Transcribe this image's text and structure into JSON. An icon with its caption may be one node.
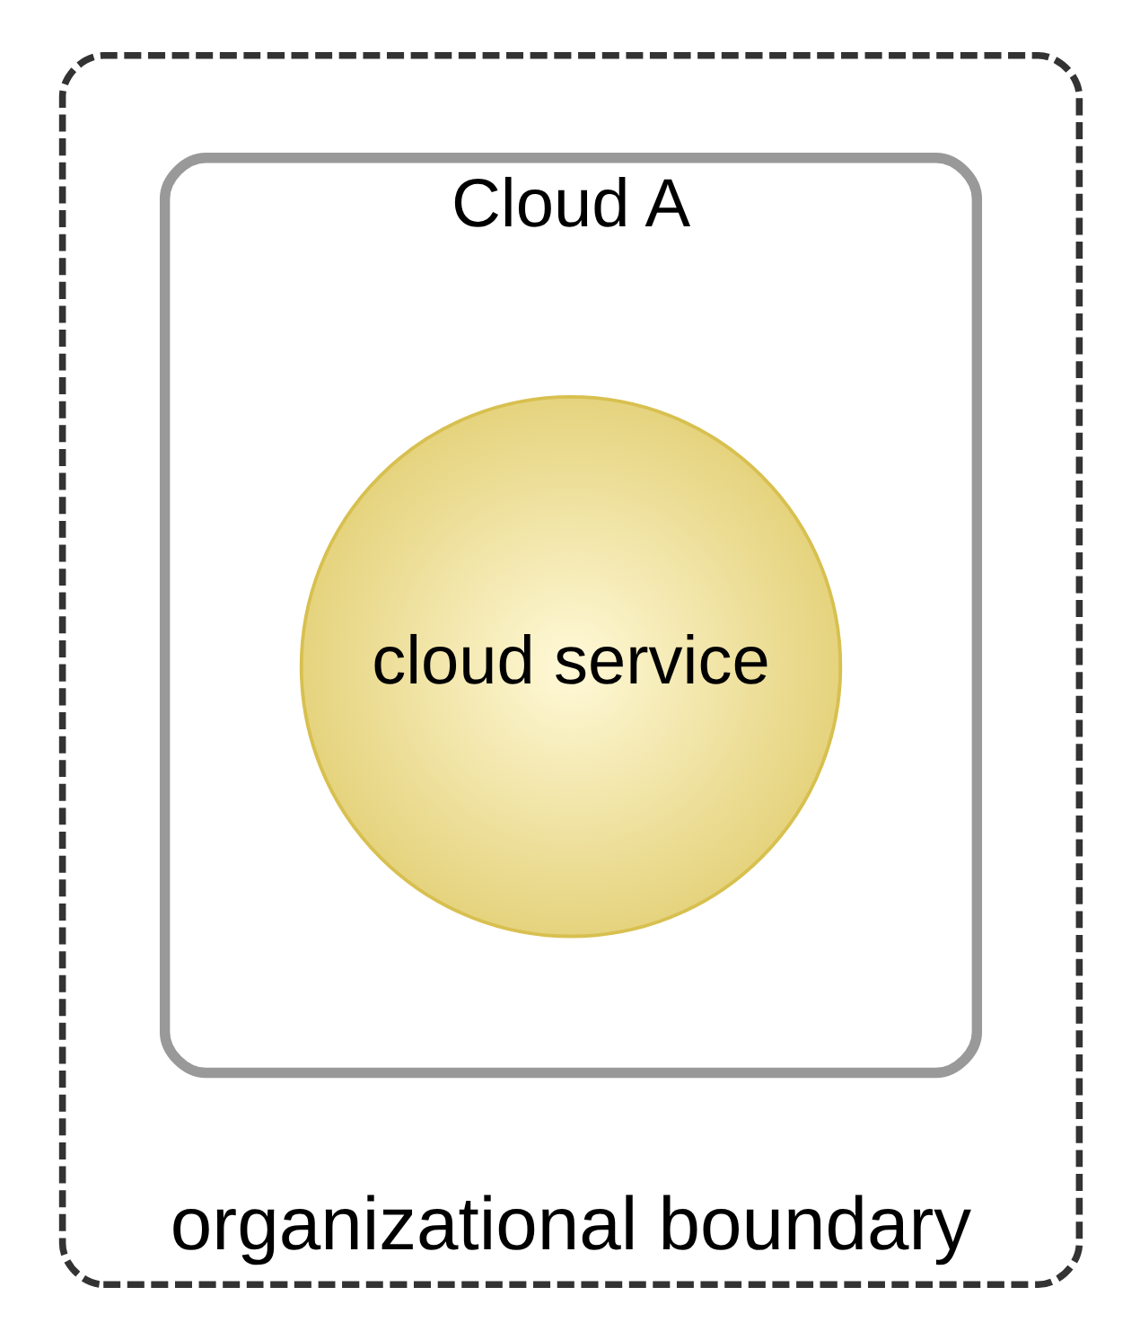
{
  "diagram": {
    "nodes": [
      {
        "text": [
          "organizational boundary"
        ]
      },
      {
        "text": [
          "Cloud A"
        ],
        "in": 0
      },
      {
        "text": [
          "cloud service"
        ],
        "in": 1
      }
    ]
  }
}
